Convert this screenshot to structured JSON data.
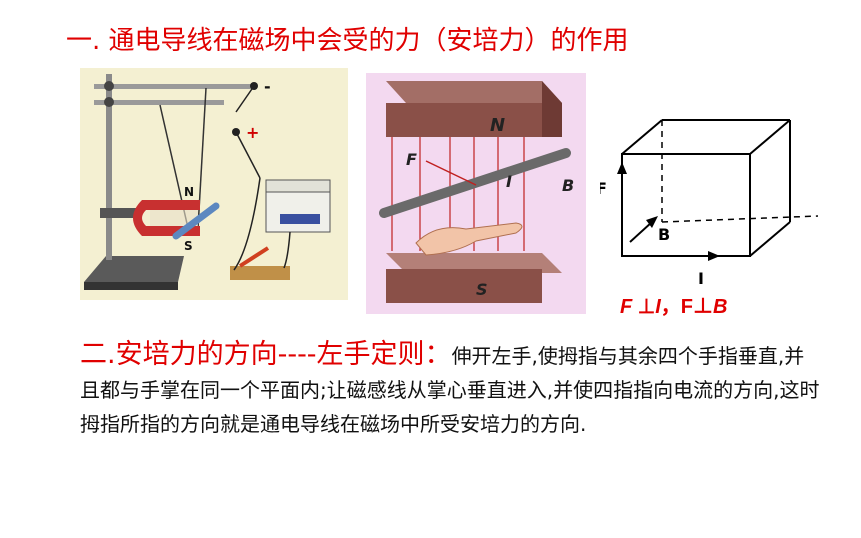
{
  "title1": "一. 通电导线在磁场中会受的力（安培力）的作用",
  "figure1": {
    "pole_n": "N",
    "pole_s": "S",
    "terminal_neg": "-",
    "terminal_pos": "+"
  },
  "figure2": {
    "pole_n": "N",
    "pole_s": "S",
    "force": "F",
    "current": "I",
    "field": "B"
  },
  "figure3": {
    "force": "F",
    "field": "B",
    "current": "I"
  },
  "relation": {
    "f1": "F",
    "perp1": " ⊥",
    "i1": "I",
    "sep": "，",
    "f2": "F",
    "perp2": "⊥",
    "b2": "B"
  },
  "section2": {
    "heading": "二.安培力的方向----左手定则：",
    "body": "伸开左手,使拇指与其余四个手指垂直,并且都与手掌在同一个平面内;让磁感线从掌心垂直进入,并使四指指向电流的方向,这时拇指所指的方向就是通电导线在磁场中所受安培力的方向."
  }
}
